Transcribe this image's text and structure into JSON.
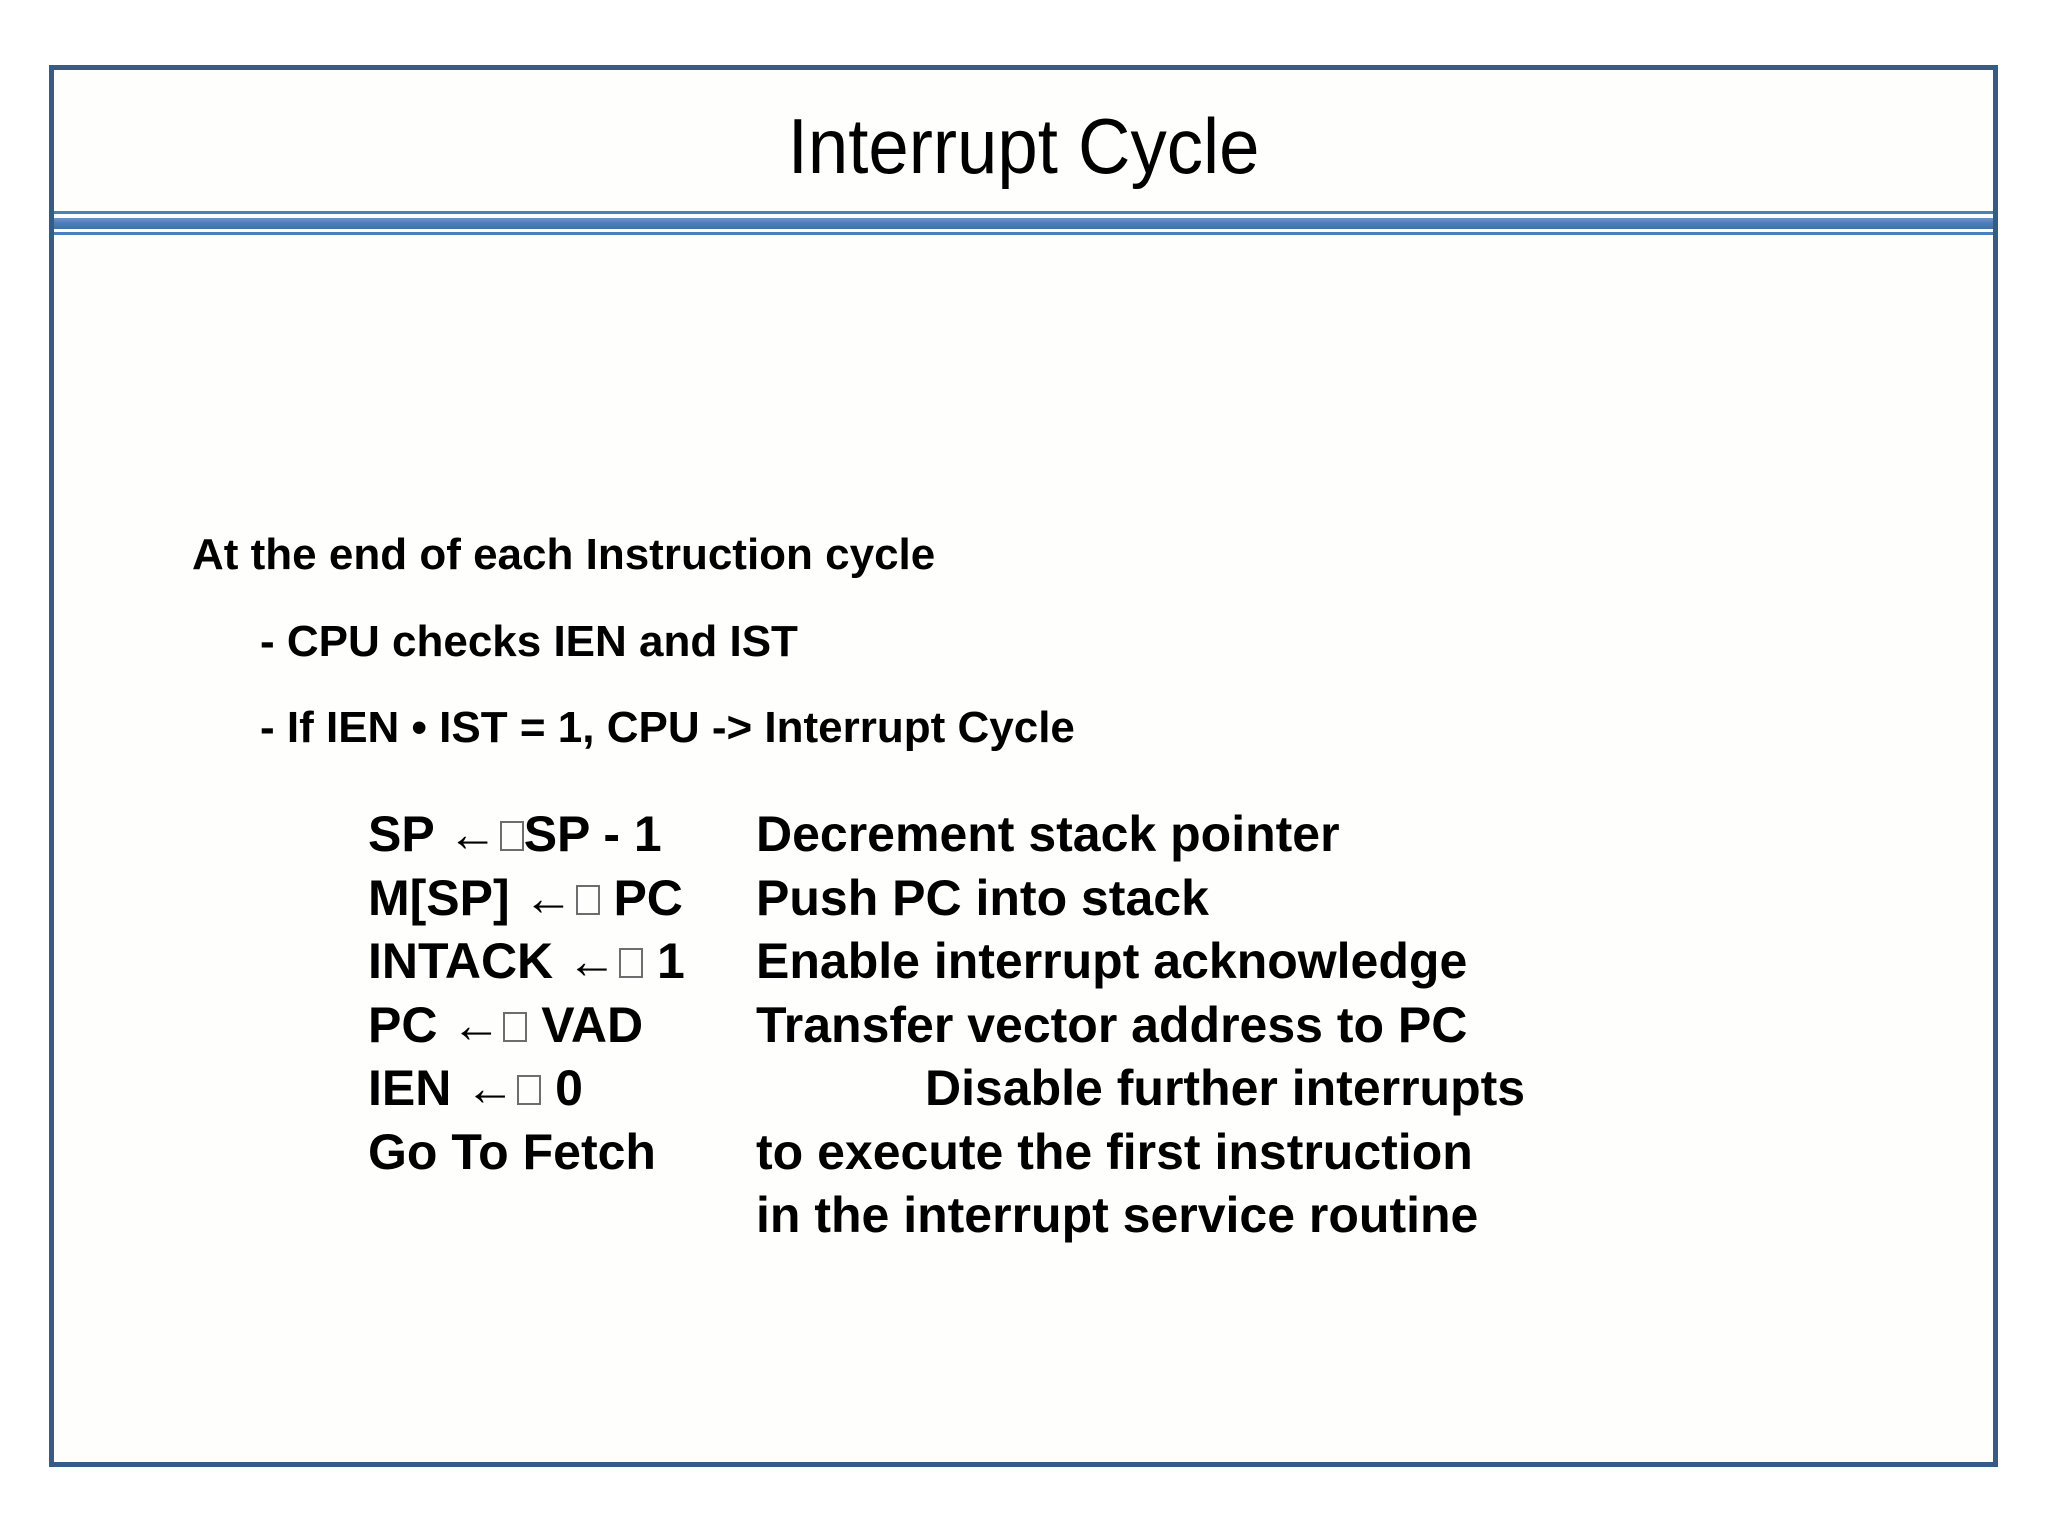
{
  "slide": {
    "title": "Interrupt Cycle",
    "intro": "At the end of each Instruction cycle",
    "bullets": [
      "- CPU checks IEN and IST",
      "- If IEN • IST = 1, CPU -> Interrupt Cycle"
    ],
    "transfer_rows": [
      {
        "pre": "SP ←",
        "post": "SP - 1",
        "desc": "Decrement stack pointer"
      },
      {
        "pre": "M[SP] ←",
        "post": " PC",
        "desc": "Push PC into stack"
      },
      {
        "pre": "INTACK ←",
        "post": " 1",
        "desc": "Enable interrupt acknowledge"
      },
      {
        "pre": "PC ←",
        "post": " VAD",
        "desc": "Transfer vector address to PC"
      },
      {
        "pre": "IEN ←",
        "post": " 0",
        "desc": "Disable further interrupts"
      },
      {
        "label": "Go To Fetch",
        "desc": "to execute the first instruction"
      },
      {
        "label": "",
        "desc": "in the interrupt service routine"
      }
    ],
    "colors": {
      "frame_border": "#355c87",
      "divider_blue": "#4d7fba",
      "text": "#000000",
      "background": "#fefffc"
    }
  }
}
